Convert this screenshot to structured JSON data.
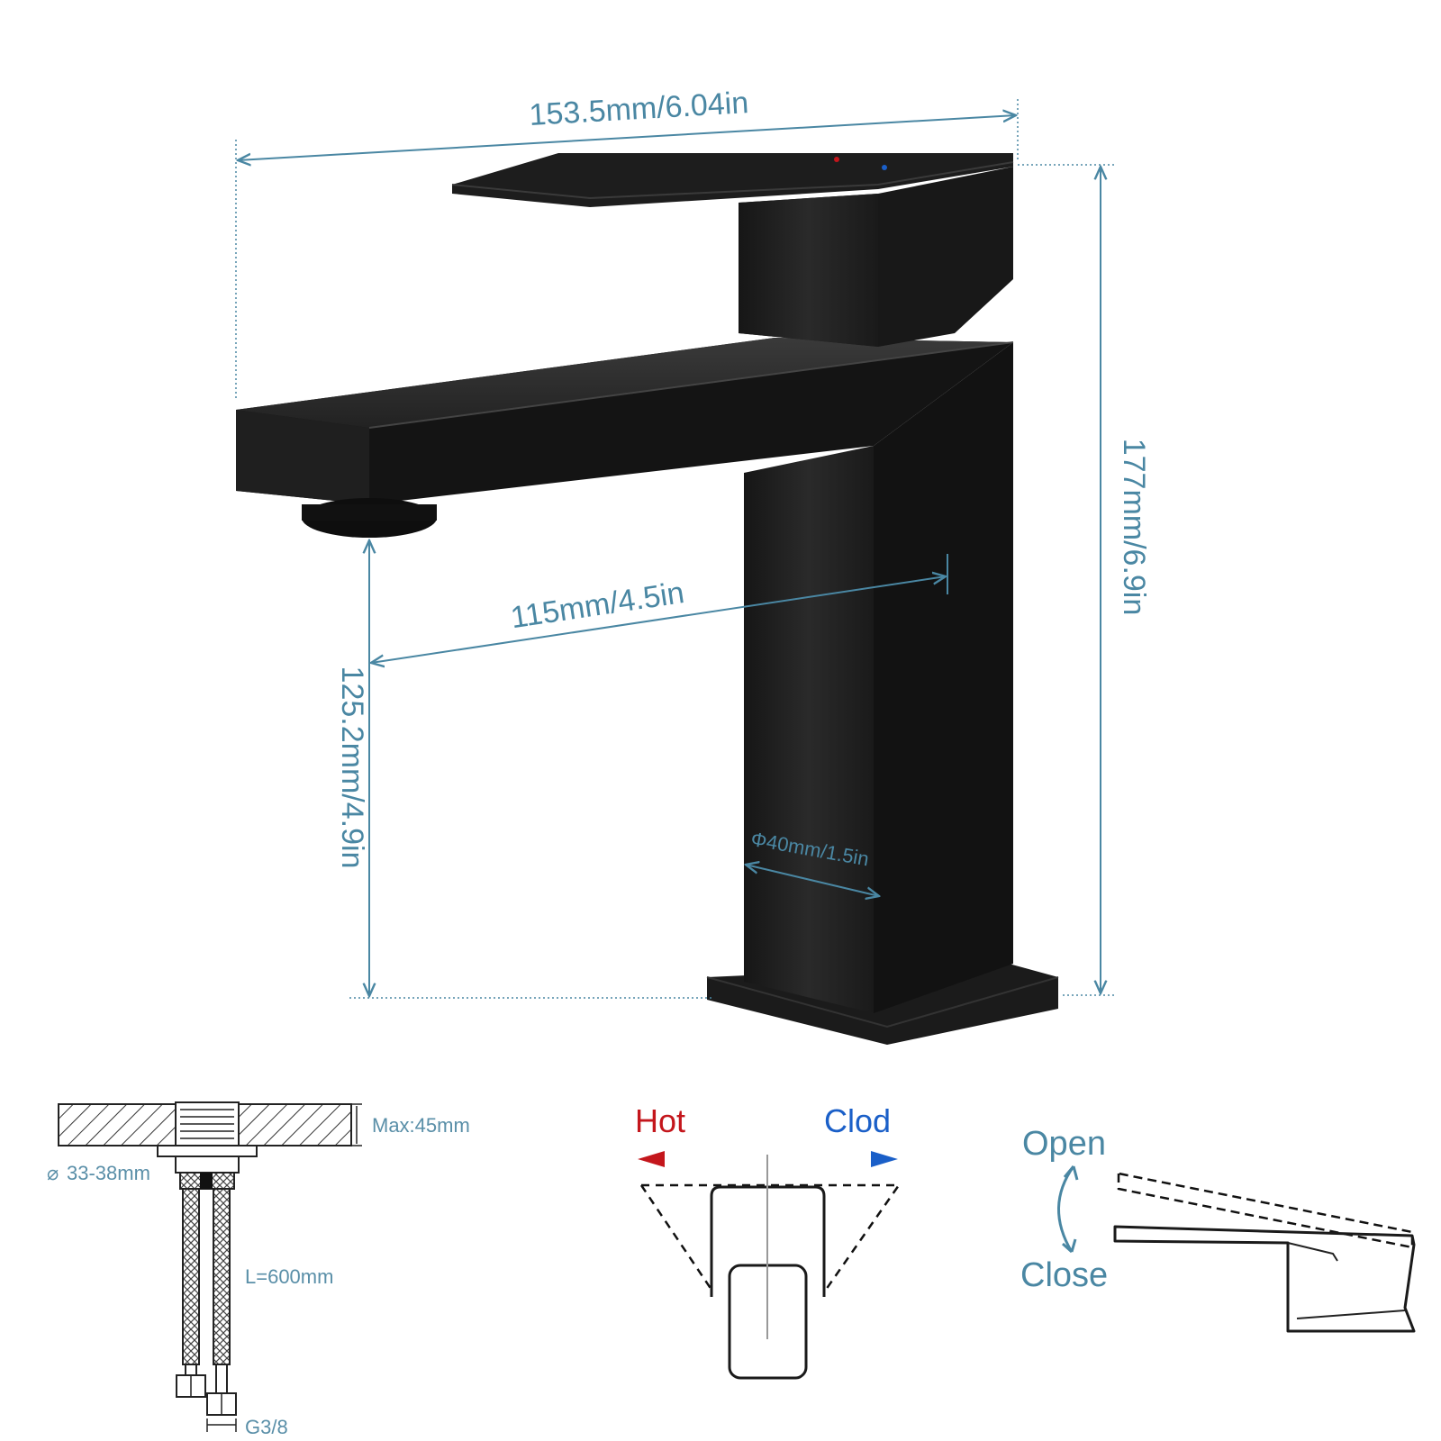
{
  "dimensions": {
    "width_overall": "153.5mm/6.04in",
    "height_overall": "177mm/6.9in",
    "spout_reach": "115mm/4.5in",
    "spout_height": "125.2mm/4.9in",
    "body_diameter": "Φ40mm/1.5in"
  },
  "installation": {
    "max_thickness": "Max:45mm",
    "hole_diameter": "33-38mm",
    "diameter_symbol": "⌀",
    "hose_length": "L=600mm",
    "connector": "G3/8"
  },
  "temperature": {
    "hot_label": "Hot",
    "cold_label": "Clod",
    "hot_color": "#c4161c",
    "cold_color": "#1a5fc8"
  },
  "operation": {
    "open_label": "Open",
    "close_label": "Close"
  },
  "colors": {
    "accent": "#4a87a3",
    "faucet": "#1c1c1c"
  }
}
